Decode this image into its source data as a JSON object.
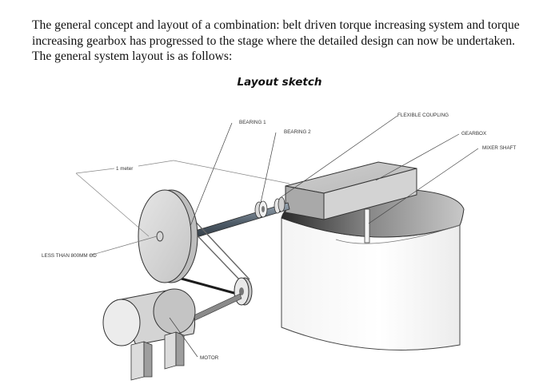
{
  "intro_paragraph": "The general concept and layout of a combination: belt driven torque increasing system and torque increasing gearbox has progressed to the stage where the detailed design can now be undertaken. The general system layout is as follows:",
  "figure_title": "Layout sketch",
  "labels": {
    "bearing_1": "BEARING 1",
    "bearing_2": "BEARING 2",
    "flexible_coupling": "FLEXIBLE COUPLING",
    "gearbox": "GEARBOX",
    "mixer_shaft": "MIXER SHAFT",
    "dimension_1m": "1 meter",
    "pulley_od": "LESS THAN 800MM OD",
    "motor": "MOTOR"
  }
}
